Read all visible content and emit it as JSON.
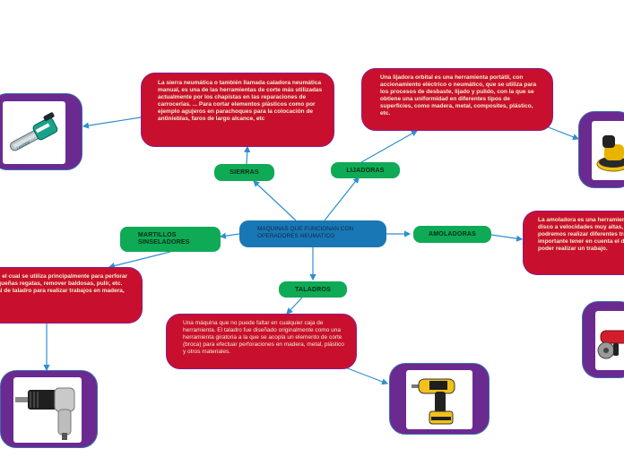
{
  "central": {
    "label": "MAQUINAS QUE FUNCIONAN CON OPERADORES NEUMATICO"
  },
  "categories": {
    "sierras": "SIERRAS",
    "lijadoras": "LIJADORAS",
    "amoladoras": "AMOLADORAS",
    "martillos": "MARTILLOS SINSELADORES",
    "taladros": "TALADROS"
  },
  "descriptions": {
    "sierras": "La sierra neumática o también llamada caladora neumática manual, es una de las herramientas de corte más utilizadas actualmente por los chapistas en las reparaciones de carrocerías. ... Para cortar elementos plásticos como por ejemplo agujeros en parachoques para la colocación de antinieblas, faros de largo alcance, etc",
    "lijadoras": "Una lijadora orbital es una herramienta portátil, con accionamiento eléctrico o neumático, que se utiliza para los procesos de desbaste, lijado y pulido, con la que se obtiene una uniformidad en diferentes tipos de superficies, como madera, metal, composites, plástico, etc.",
    "amoladoras": "La amoladora es una herramienta que al funcionar hace girar un disco a velocidades muy altas, y en función del tipo de disco podremos realizar diferentes trabajos de bricolaje. Así pues es importante tener en cuenta el disco que vamos a necesitar para poder realizar un trabajo.",
    "martillos": "Un cincel, cincel de martillo o martillo cincelador, el cual se utiliza principalmente para perforar en concreto y ladrillo o también para hacer ... pequeñas regatas, remover baldosas, pulir, etc. También se le puede adaptar un sistema similar al de taladro para realizar trabajos en madera, plástico o metal.",
    "taladros": "Una máquina que no puede faltar en cualquier caja de herramienta. El taladro fue diseñado originalmente como una herramienta giratoria a la que se acopla un elemento de corte (broca) para efectuar perforaciones en madera, metal, plástico y otros materiales."
  },
  "images": {
    "sierras": {
      "icon": "chainsaw-icon",
      "text": "LANDER"
    }
  },
  "colors": {
    "central": "#1a77b5",
    "category": "#0eaa55",
    "description": "#c8102e",
    "image_frame": "#6b2a8f",
    "connector": "#2d8fd0"
  }
}
